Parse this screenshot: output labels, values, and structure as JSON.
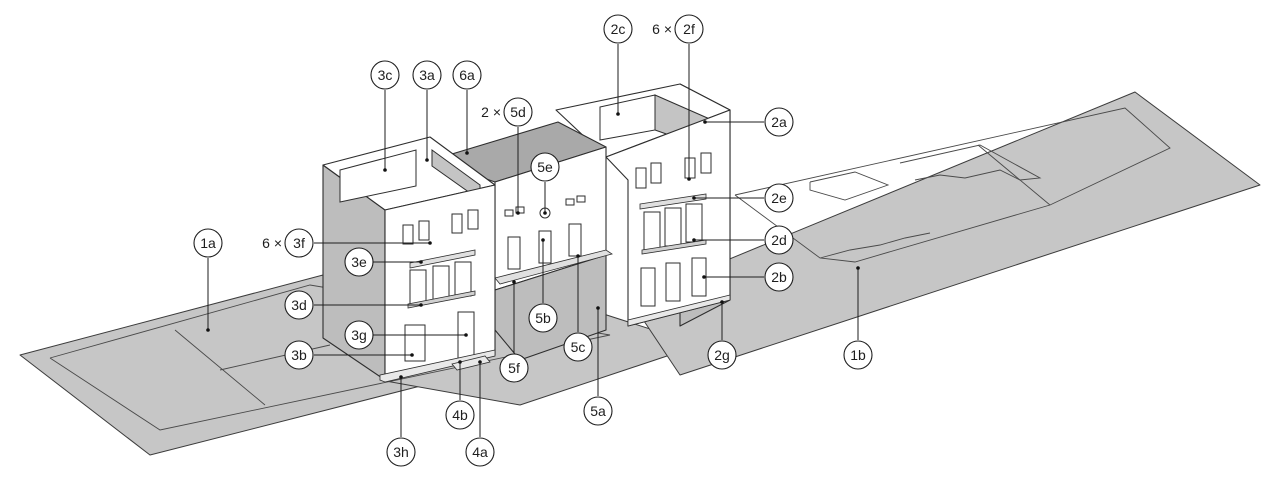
{
  "callouts": [
    {
      "id": "1a",
      "label": "1a"
    },
    {
      "id": "1b",
      "label": "1b"
    },
    {
      "id": "2a",
      "label": "2a"
    },
    {
      "id": "2b",
      "label": "2b"
    },
    {
      "id": "2c",
      "label": "2c"
    },
    {
      "id": "2d",
      "label": "2d"
    },
    {
      "id": "2e",
      "label": "2e"
    },
    {
      "id": "2f",
      "label": "2f",
      "multiplier": "6 ×"
    },
    {
      "id": "2g",
      "label": "2g"
    },
    {
      "id": "3a",
      "label": "3a"
    },
    {
      "id": "3b",
      "label": "3b"
    },
    {
      "id": "3c",
      "label": "3c"
    },
    {
      "id": "3d",
      "label": "3d"
    },
    {
      "id": "3e",
      "label": "3e"
    },
    {
      "id": "3f",
      "label": "3f",
      "multiplier": "6 ×"
    },
    {
      "id": "3g",
      "label": "3g"
    },
    {
      "id": "3h",
      "label": "3h"
    },
    {
      "id": "4a",
      "label": "4a"
    },
    {
      "id": "4b",
      "label": "4b"
    },
    {
      "id": "5a",
      "label": "5a"
    },
    {
      "id": "5b",
      "label": "5b"
    },
    {
      "id": "5c",
      "label": "5c"
    },
    {
      "id": "5d",
      "label": "5d",
      "multiplier": "2 ×"
    },
    {
      "id": "5e",
      "label": "5e"
    },
    {
      "id": "5f",
      "label": "5f"
    },
    {
      "id": "6a",
      "label": "6a"
    }
  ]
}
